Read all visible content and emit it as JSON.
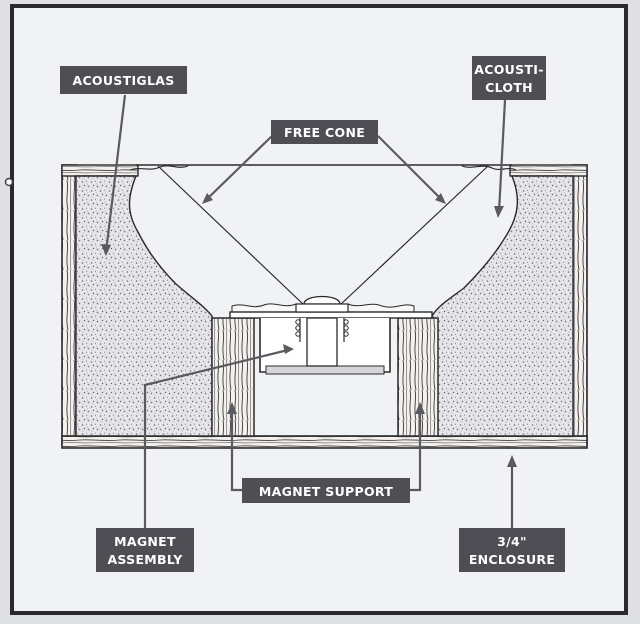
{
  "labels": {
    "acoustiglas": "ACOUSTIGLAS",
    "acousticloth_line1": "ACOUSTI-",
    "acousticloth_line2": "CLOTH",
    "free_cone": "FREE CONE",
    "magnet_support": "MAGNET SUPPORT",
    "magnet_assembly_line1": "MAGNET",
    "magnet_assembly_line2": "ASSEMBLY",
    "enclosure_line1": "3/4\"",
    "enclosure_line2": "ENCLOSURE"
  },
  "colors": {
    "label_background": "#4e4e54",
    "label_text": "#ffffff",
    "panel": "#f1f2f4",
    "frame": "#2a2a2e",
    "page": "#dfe0e4",
    "fiberglass": "#e3e3e6",
    "wood": "#f4f1ec"
  }
}
